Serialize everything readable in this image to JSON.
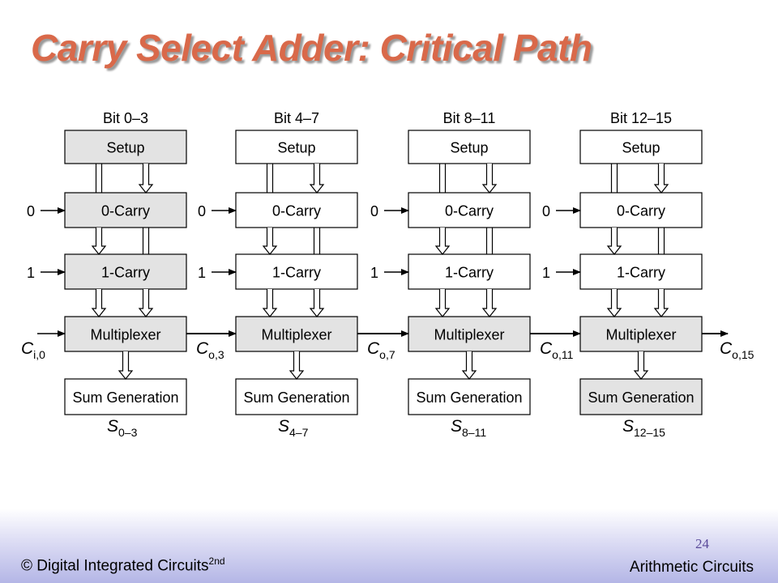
{
  "title": "Carry Select Adder: Critical Path",
  "footer": {
    "copyright": "© Digital Integrated Circuits",
    "edition": "2nd",
    "page_number": "24",
    "section": "Arithmetic Circuits"
  },
  "colors": {
    "title": "#d9694a",
    "shaded_block": "#e3e3e3",
    "block_border": "#000000"
  },
  "stages": [
    {
      "bits": "Bit 0–3",
      "setup_label": "Setup",
      "carry0_label": "0-Carry",
      "carry1_label": "1-Carry",
      "mux_label": "Multiplexer",
      "sum_label": "Sum Generation",
      "in0": "0",
      "in1": "1",
      "carry_in_main": "C",
      "carry_in_sub": "i,0",
      "sum_main": "S",
      "sum_sub": "0–3",
      "carry_out_main": "C",
      "carry_out_sub": "o,3",
      "setup_shaded": true,
      "carry0_shaded": true,
      "carry1_shaded": true,
      "mux_shaded": true,
      "sum_shaded": false
    },
    {
      "bits": "Bit 4–7",
      "setup_label": "Setup",
      "carry0_label": "0-Carry",
      "carry1_label": "1-Carry",
      "mux_label": "Multiplexer",
      "sum_label": "Sum Generation",
      "in0": "0",
      "in1": "1",
      "sum_main": "S",
      "sum_sub": "4–7",
      "carry_out_main": "C",
      "carry_out_sub": "o,7",
      "setup_shaded": false,
      "carry0_shaded": false,
      "carry1_shaded": false,
      "mux_shaded": true,
      "sum_shaded": false
    },
    {
      "bits": "Bit 8–11",
      "setup_label": "Setup",
      "carry0_label": "0-Carry",
      "carry1_label": "1-Carry",
      "mux_label": "Multiplexer",
      "sum_label": "Sum Generation",
      "in0": "0",
      "in1": "1",
      "sum_main": "S",
      "sum_sub": "8–11",
      "carry_out_main": "C",
      "carry_out_sub": "o,11",
      "setup_shaded": false,
      "carry0_shaded": false,
      "carry1_shaded": false,
      "mux_shaded": true,
      "sum_shaded": false
    },
    {
      "bits": "Bit 12–15",
      "setup_label": "Setup",
      "carry0_label": "0-Carry",
      "carry1_label": "1-Carry",
      "mux_label": "Multiplexer",
      "sum_label": "Sum Generation",
      "in0": "0",
      "in1": "1",
      "sum_main": "S",
      "sum_sub": "12–15",
      "carry_out_main": "C",
      "carry_out_sub": "o,15",
      "setup_shaded": false,
      "carry0_shaded": false,
      "carry1_shaded": false,
      "mux_shaded": true,
      "sum_shaded": true
    }
  ]
}
